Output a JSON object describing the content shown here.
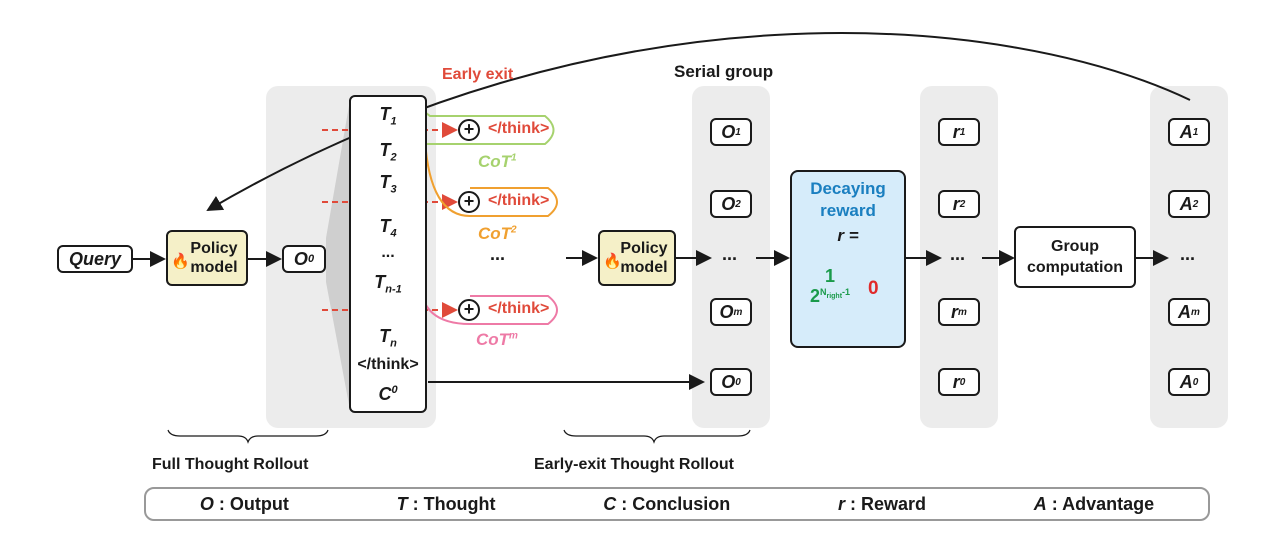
{
  "early_exit_label": "Early exit",
  "serial_group_label": "Serial group",
  "query": "Query",
  "policy_model": [
    "Policy",
    "model"
  ],
  "o0": "O",
  "o0_sup": "0",
  "tokens": [
    {
      "base": "T",
      "sub": "1"
    },
    {
      "base": "T",
      "sub": "2"
    },
    {
      "base": "T",
      "sub": "3"
    },
    {
      "base": "T",
      "sub": "4"
    },
    {
      "base": "...",
      "sub": ""
    },
    {
      "base": "T",
      "sub": "n-1"
    },
    {
      "base": "T",
      "sub": "n"
    }
  ],
  "think_close": "</think>",
  "conclusion": {
    "base": "C",
    "sup": "0"
  },
  "cot": [
    {
      "base": "CoT",
      "sup": "1",
      "color": "#9ccc65"
    },
    {
      "base": "CoT",
      "sup": "2",
      "color": "#f0a030"
    },
    {
      "base": "CoT",
      "sup": "m",
      "color": "#ee7aa6"
    }
  ],
  "mid_ellipsis": "...",
  "outputs": [
    {
      "base": "O",
      "sup": "1"
    },
    {
      "base": "O",
      "sup": "2"
    },
    {
      "base": "...",
      "sup": ""
    },
    {
      "base": "O",
      "sup": "m"
    },
    {
      "base": "O",
      "sup": "0"
    }
  ],
  "reward_box": {
    "title": [
      "Decaying",
      "reward"
    ],
    "eq": "r =",
    "frac_num": "1",
    "frac_den": "2",
    "frac_exp": "N",
    "frac_exp_sub": "right",
    "frac_exp_tail": "-1",
    "zero": "0",
    "title_color": "#1a7fc0",
    "bg": "#d6ecfa",
    "frac_color": "#1a9a4a",
    "zero_color": "#e02a2a"
  },
  "rewards": [
    {
      "base": "r",
      "sup": "1"
    },
    {
      "base": "r",
      "sup": "2"
    },
    {
      "base": "...",
      "sup": ""
    },
    {
      "base": "r",
      "sup": "m"
    },
    {
      "base": "r",
      "sup": "0"
    }
  ],
  "group_computation": [
    "Group",
    "computation"
  ],
  "advantages": [
    {
      "base": "A",
      "sup": "1"
    },
    {
      "base": "A",
      "sup": "2"
    },
    {
      "base": "...",
      "sup": ""
    },
    {
      "base": "A",
      "sup": "m"
    },
    {
      "base": "A",
      "sup": "0"
    }
  ],
  "bottom_labels": {
    "full": "Full Thought Rollout",
    "early": "Early-exit Thought Rollout"
  },
  "legend": [
    {
      "sym": "O",
      "text": " : Output"
    },
    {
      "sym": "T",
      "text": " : Thought"
    },
    {
      "sym": "C",
      "text": " : Conclusion"
    },
    {
      "sym": "r",
      "text": " : Reward"
    },
    {
      "sym": "A",
      "text": " : Advantage"
    }
  ]
}
